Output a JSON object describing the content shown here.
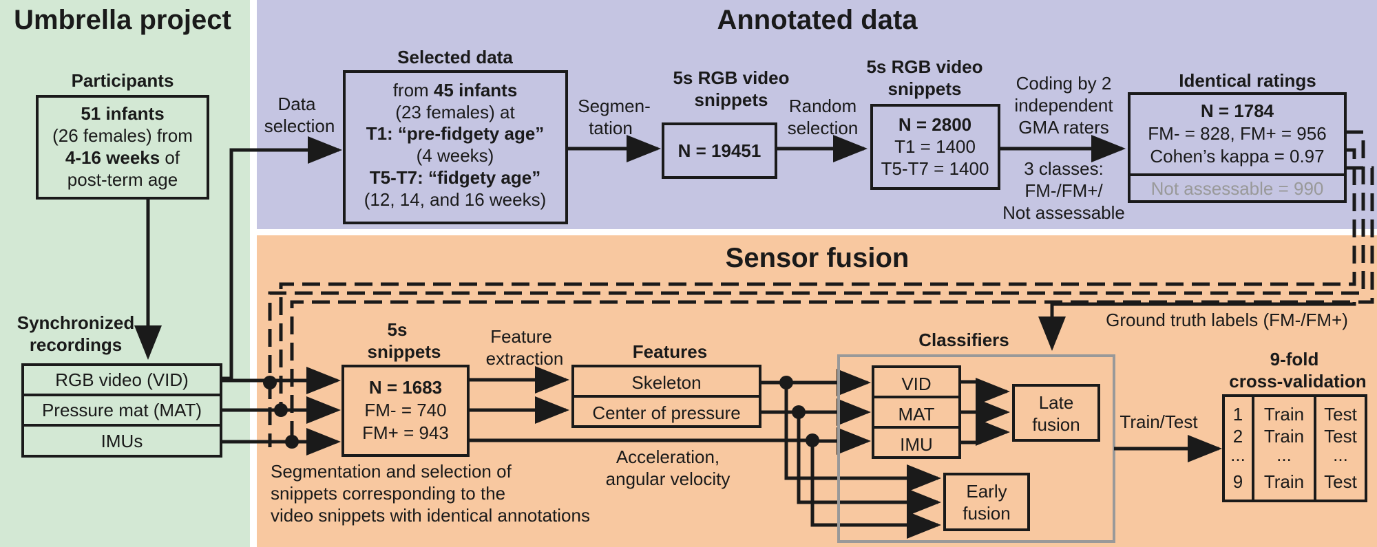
{
  "umbrella": {
    "title": "Umbrella project",
    "participants": {
      "heading": "Participants",
      "line1": "51 infants",
      "line2": "(26 females) from",
      "line3a": "4-16 weeks",
      "line3b": " of",
      "line4": "post-term age"
    },
    "sync": {
      "heading1": "Synchronized",
      "heading2": "recordings",
      "rows": [
        "RGB video (VID)",
        "Pressure mat (MAT)",
        "IMUs"
      ]
    }
  },
  "annotated": {
    "title": "Annotated data",
    "data_selection": [
      "Data",
      "selection"
    ],
    "selected": {
      "heading": "Selected data",
      "l1a": "from ",
      "l1b": "45 infants",
      "l2": "(23 females) at",
      "l3": "T1: “pre-fidgety age”",
      "l4": "(4 weeks)",
      "l5": "T5-T7: “fidgety age”",
      "l6": "(12, 14, and 16 weeks)"
    },
    "segmentation": [
      "Segmen-",
      "tation"
    ],
    "snip1": {
      "heading1": "5s RGB video",
      "heading2": "snippets",
      "n": "N = 19451"
    },
    "random": [
      "Random",
      "selection"
    ],
    "snip2": {
      "heading1": "5s RGB video",
      "heading2": "snippets",
      "n": "N = 2800",
      "t1": "T1 = 1400",
      "t5": "T5-T7 = 1400"
    },
    "coding": [
      "Coding by 2",
      "independent",
      "GMA raters"
    ],
    "classes": [
      "3 classes:",
      "FM-/FM+/",
      "Not assessable"
    ],
    "identical": {
      "heading": "Identical ratings",
      "n": "N = 1784",
      "fm": "FM- = 828, FM+ = 956",
      "kappa": "Cohen’s kappa = 0.97",
      "not_assessable": "Not assessable = 990"
    }
  },
  "fusion": {
    "title": "Sensor fusion",
    "ground_truth": "Ground truth labels (FM-/FM+)",
    "snippets": {
      "heading1": "5s",
      "heading2": "snippets",
      "n": "N = 1683",
      "fm_minus": "FM- = 740",
      "fm_plus": "FM+ = 943"
    },
    "segmentation_note": [
      "Segmentation and selection of",
      "snippets corresponding to the",
      "video snippets with identical annotations"
    ],
    "feature_extraction": [
      "Feature",
      "extraction"
    ],
    "features": {
      "heading": "Features",
      "rows": [
        "Skeleton",
        "Center of pressure"
      ]
    },
    "accel": [
      "Acceleration,",
      "angular velocity"
    ],
    "classifiers": {
      "heading": "Classifiers",
      "rows": [
        "VID",
        "MAT",
        "IMU"
      ],
      "late": [
        "Late",
        "fusion"
      ],
      "early": [
        "Early",
        "fusion"
      ]
    },
    "train_test": "Train/Test",
    "cv": {
      "heading1": "9-fold",
      "heading2": "cross-validation",
      "folds": [
        "1",
        "2",
        "...",
        "9"
      ],
      "train": [
        "Train",
        "Train",
        "...",
        "Train"
      ],
      "test": [
        "Test",
        "Test",
        "...",
        "Test"
      ]
    }
  },
  "colors": {
    "umbrella_bg": "#d3e8d4",
    "annotated_bg": "#c5c5e2",
    "fusion_bg": "#f8c8a0",
    "muted_text": "#999999",
    "classifier_frame": "#999999"
  }
}
